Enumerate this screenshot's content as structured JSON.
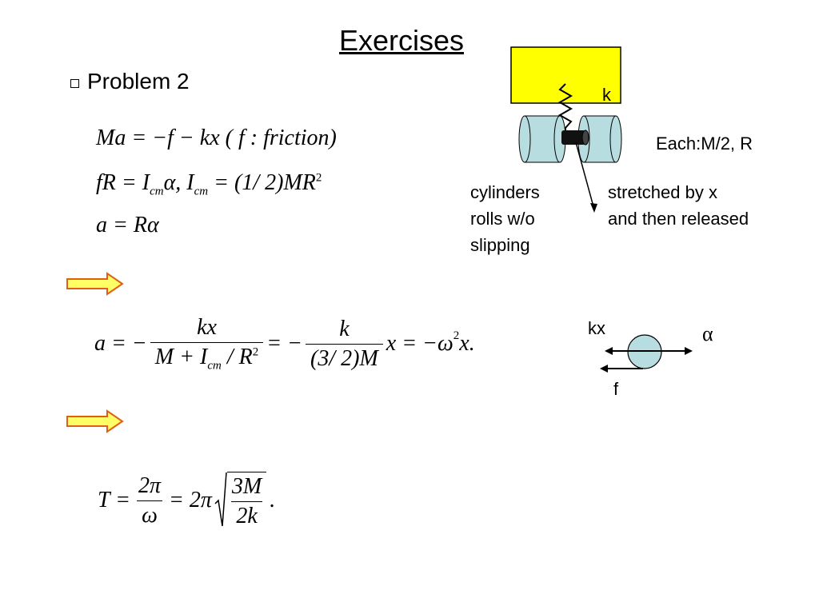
{
  "slide": {
    "title": "Exercises",
    "problem_label": "Problem 2"
  },
  "equations": {
    "eq1": "Ma = −f − kx ( f : friction)",
    "eq2_left": "fR = I",
    "eq2_sub": "cm",
    "eq2_mid": "α, I",
    "eq2_sub2": "cm",
    "eq2_right": "= (1/ 2)MR",
    "eq2_sup": "2",
    "eq3": "a = Rα",
    "eq4_lhs": "a = −",
    "eq4_num1": "kx",
    "eq4_den1_a": "M + I",
    "eq4_den1_sub": "cm",
    "eq4_den1_b": " / R",
    "eq4_den1_sup": "2",
    "eq4_mid": "= −",
    "eq4_num2": "k",
    "eq4_den2": "(3/ 2)M",
    "eq4_rhs": "x = −ω",
    "eq4_rhs_sup": "2",
    "eq4_end": "x.",
    "eq5_lhs": "T =",
    "eq5_num": "2π",
    "eq5_den": "ω",
    "eq5_mid": "= 2π",
    "eq5_rad_num": "3M",
    "eq5_rad_den": "2k",
    "eq5_end": "."
  },
  "diagram": {
    "spring_label": "k",
    "each_label": "Each:M/2, R",
    "left_note": [
      "cylinders",
      "rolls w/o",
      "slipping"
    ],
    "right_note": [
      "stretched by x",
      "and then released"
    ],
    "force_kx": "kx",
    "force_f": "f",
    "alpha": "α"
  },
  "colors": {
    "arrow_fill": "#ffff66",
    "arrow_stroke": "#e06010",
    "wall_fill": "#ffff00",
    "cylinder_fill": "#b8dde0",
    "force_disc_fill": "#b8dde0"
  }
}
